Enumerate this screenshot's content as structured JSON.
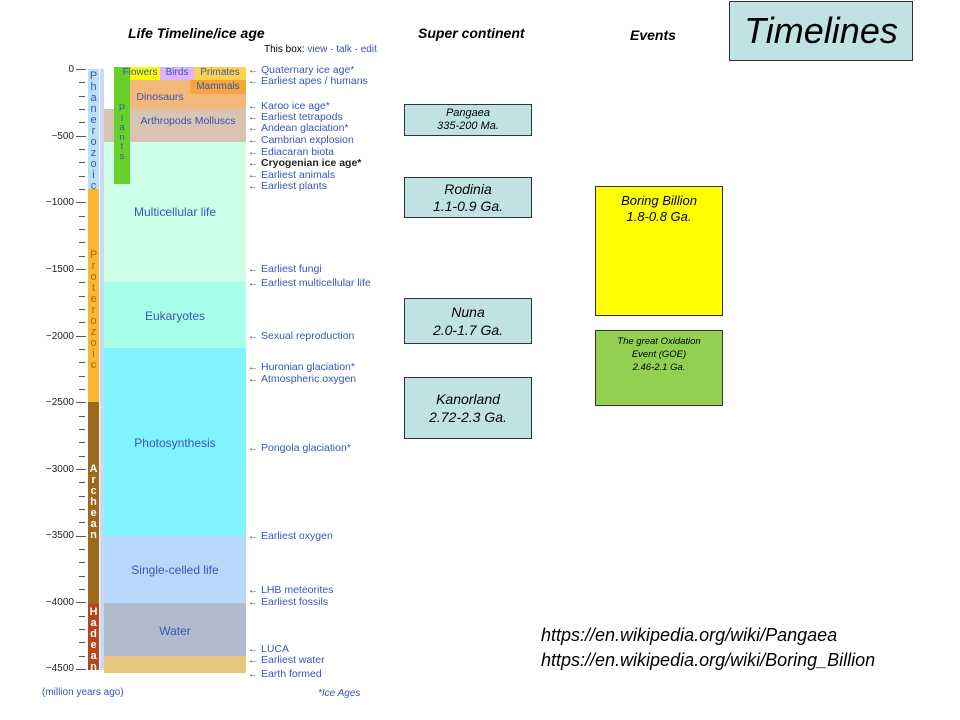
{
  "headers": {
    "life_timeline": "Life Timeline/ice age",
    "super_continent": "Super continent",
    "events": "Events"
  },
  "title": "Timelines",
  "this_box": {
    "prefix": "This box:",
    "view": "view",
    "talk": "talk",
    "edit": "edit",
    "sep": "·"
  },
  "scale": {
    "labels": [
      "0",
      "−500",
      "−1000",
      "−1500",
      "−2000",
      "−2500",
      "−3000",
      "−3500",
      "−4000",
      "−4500"
    ],
    "unit": "(million years ago)"
  },
  "eons": {
    "phanerozoic": "Phanerozoic",
    "proterozoic": "Proterozoic",
    "archean": "Archean",
    "hadean": "Hadean"
  },
  "life": {
    "flowers": "Flowers",
    "birds": "Birds",
    "primates": "Primates",
    "mammals": "Mammals",
    "dinosaurs": "Dinosaurs",
    "plants": "Plants",
    "arthropods": "Arthropods Molluscs",
    "multicellular": "Multicellular life",
    "eukaryotes": "Eukaryotes",
    "photosynthesis": "Photosynthesis",
    "single_celled": "Single-celled life",
    "water": "Water"
  },
  "events_list": [
    "Quaternary ice age*",
    "Earliest apes / humans",
    "Karoo ice age*",
    "Earliest tetrapods",
    "Andean glaciation*",
    "Cambrian explosion",
    "Ediacaran biota",
    "Cryogenian ice age*",
    "Earliest animals",
    "Earliest plants",
    "Earliest fungi",
    "Earliest multicellular life",
    "Sexual reproduction",
    "Huronian glaciation*",
    "Atmospheric oxygen",
    "Pongola glaciation*",
    "Earliest oxygen",
    "LHB meteorites",
    "Earliest fossils",
    "LUCA",
    "Earliest water",
    "Earth formed"
  ],
  "footnote": "*Ice Ages",
  "supercontinents": [
    {
      "name": "Pangaea",
      "range": "335-200 Ma."
    },
    {
      "name": "Rodinia",
      "range": "1.1-0.9 Ga."
    },
    {
      "name": "Nuna",
      "range": "2.0-1.7 Ga."
    },
    {
      "name": "Kanorland",
      "range": "2.72-2.3 Ga."
    }
  ],
  "events_boxes": [
    {
      "name": "Boring Billion",
      "range": "1.8-0.8 Ga.",
      "color": "#ffff00"
    },
    {
      "name": "The great Oxidation Event (GOE)",
      "range": "2.46-2.1 Ga.",
      "color": "#92d050"
    }
  ],
  "urls": [
    "https://en.wikipedia.org/wiki/Pangaea",
    "https://en.wikipedia.org/wiki/Boring_Billion"
  ],
  "colors": {
    "box_fill": "#bfe3e4",
    "link": "#3a55b8",
    "phanerozoic": "#99ccee",
    "proterozoic": "#f7b733",
    "archean": "#9b6a1a",
    "hadean": "#b5451b"
  }
}
